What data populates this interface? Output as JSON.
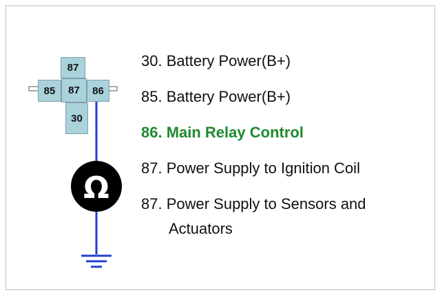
{
  "relay": {
    "pins": {
      "top_87": "87",
      "left_85": "85",
      "center_87": "87",
      "right_86": "86",
      "bottom_30": "30"
    },
    "ohm_symbol": "Ω"
  },
  "legend": {
    "items": [
      {
        "text": "30. Battery Power(B+)",
        "highlight": false
      },
      {
        "text": "85. Battery Power(B+)",
        "highlight": false
      },
      {
        "text": "86. Main Relay Control",
        "highlight": true
      },
      {
        "text": "87. Power Supply to Ignition Coil",
        "highlight": false
      },
      {
        "text": "87. Power Supply to Sensors and",
        "highlight": false
      }
    ],
    "continuation": "Actuators"
  },
  "colors": {
    "pin_fill": "#a9d2db",
    "wire": "#1f3fd1",
    "highlight_text": "#1e8a2e",
    "resistor_fill": "#000000"
  },
  "icons": [
    "ohm-resistor-icon",
    "ground-icon"
  ]
}
